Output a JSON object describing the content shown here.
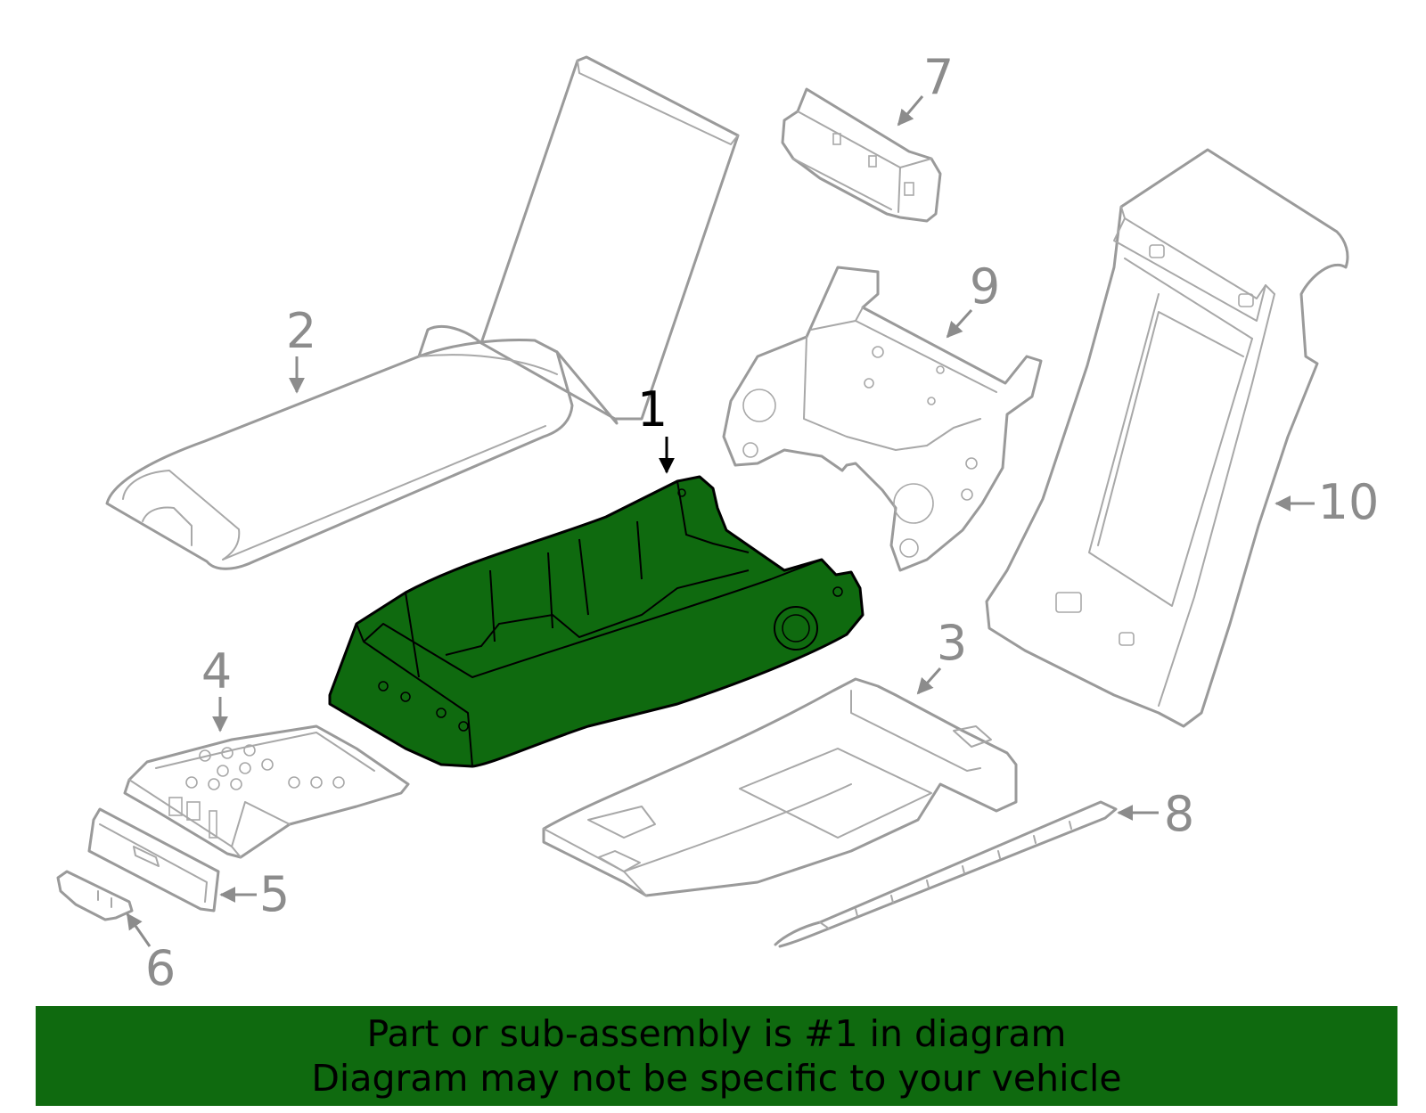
{
  "highlight_color": "#0f6a0f",
  "outline_color": "#9a9a9a",
  "callouts": [
    {
      "id": "1",
      "text": "1",
      "highlighted": true
    },
    {
      "id": "2",
      "text": "2"
    },
    {
      "id": "3",
      "text": "3"
    },
    {
      "id": "4",
      "text": "4"
    },
    {
      "id": "5",
      "text": "5"
    },
    {
      "id": "6",
      "text": "6"
    },
    {
      "id": "7",
      "text": "7"
    },
    {
      "id": "8",
      "text": "8"
    },
    {
      "id": "9",
      "text": "9"
    },
    {
      "id": "10",
      "text": "10"
    }
  ],
  "banner": {
    "line1": "Part or sub-assembly is #1 in diagram",
    "line2": "Diagram may not be specific to your vehicle"
  }
}
